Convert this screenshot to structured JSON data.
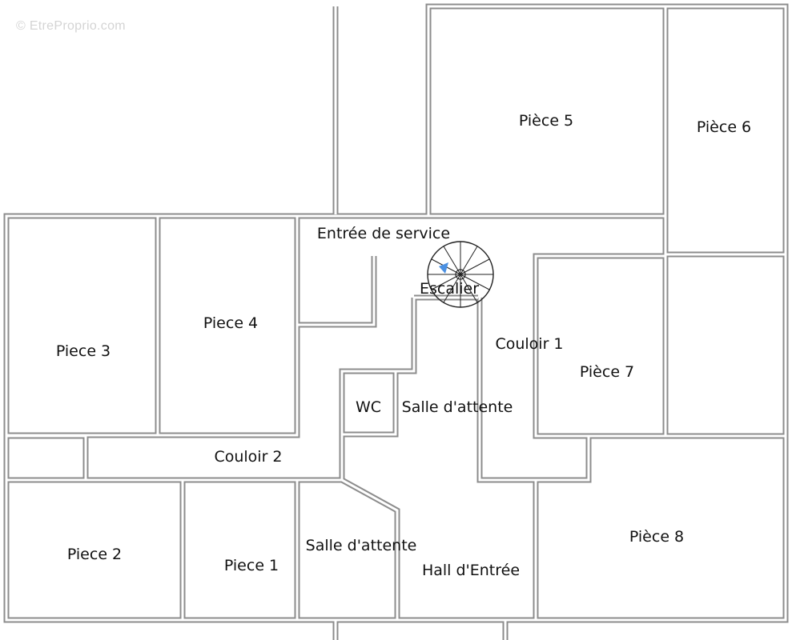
{
  "watermark": "© EtreProprio.com",
  "rooms": {
    "piece5": "Pièce 5",
    "piece6": "Pièce 6",
    "entree_service": "Entrée de service",
    "escalier": "Escalier",
    "piece4": "Piece 4",
    "piece3": "Piece 3",
    "couloir1": "Couloir 1",
    "piece7": "Pièce 7",
    "wc": "WC",
    "salle_attente_1": "Salle d'attente",
    "couloir2": "Couloir 2",
    "piece2": "Piece 2",
    "piece1": "Piece 1",
    "salle_attente_2": "Salle d'attente",
    "hall_entree": "Hall d'Entrée",
    "piece8": "Pièce 8"
  },
  "colors": {
    "wall": "#8c8c8c",
    "stair_arrow": "#4a90e2"
  }
}
